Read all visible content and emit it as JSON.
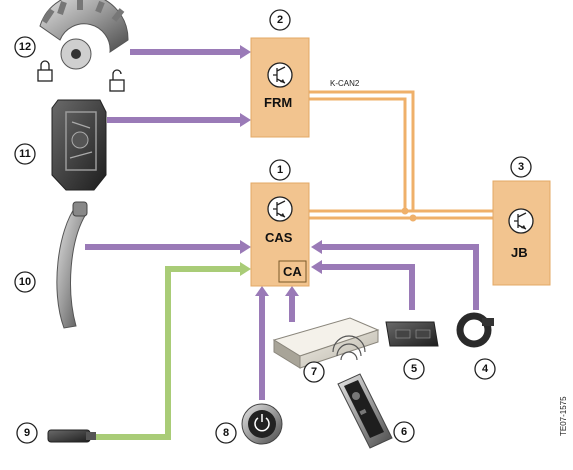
{
  "modules": {
    "frm": {
      "label": "FRM",
      "number": "2"
    },
    "cas": {
      "label": "CAS",
      "number": "1",
      "sub_label": "CA"
    },
    "jb": {
      "label": "JB",
      "number": "3"
    }
  },
  "bus": {
    "label": "K-CAN2"
  },
  "components": [
    {
      "number": "12"
    },
    {
      "number": "11"
    },
    {
      "number": "10"
    },
    {
      "number": "9"
    },
    {
      "number": "8"
    },
    {
      "number": "7"
    },
    {
      "number": "6"
    },
    {
      "number": "5"
    },
    {
      "number": "4"
    }
  ],
  "figure_code": "TE07-1575",
  "colors": {
    "module_fill": "#f2c48f",
    "bus": "#efb06a",
    "signal_purple": "#9a7ab7",
    "signal_green": "#a9cc77"
  },
  "icons": [
    "lock-closed-icon",
    "lock-open-icon",
    "transistor-icon",
    "radio-wave-icon"
  ]
}
